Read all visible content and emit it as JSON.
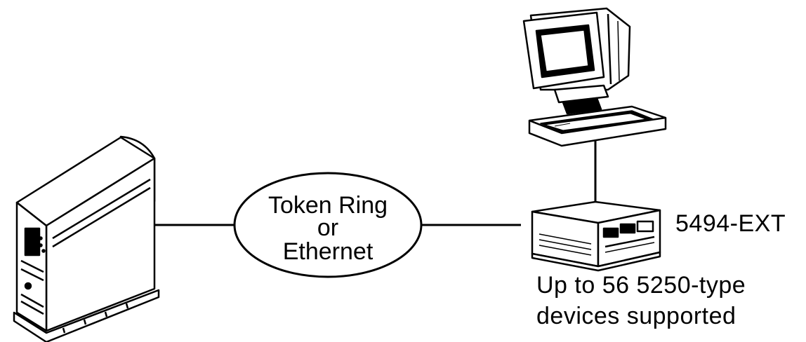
{
  "network": {
    "line1": "Token Ring",
    "line2": "or",
    "line3": "Ethernet"
  },
  "controller": {
    "model": "5494-EXT"
  },
  "caption": {
    "line1": "Up to 56 5250-type",
    "line2": "devices supported"
  },
  "icons": {
    "server": "tower-server-icon",
    "workstation": "terminal-workstation-icon",
    "controller": "remote-controller-icon"
  }
}
